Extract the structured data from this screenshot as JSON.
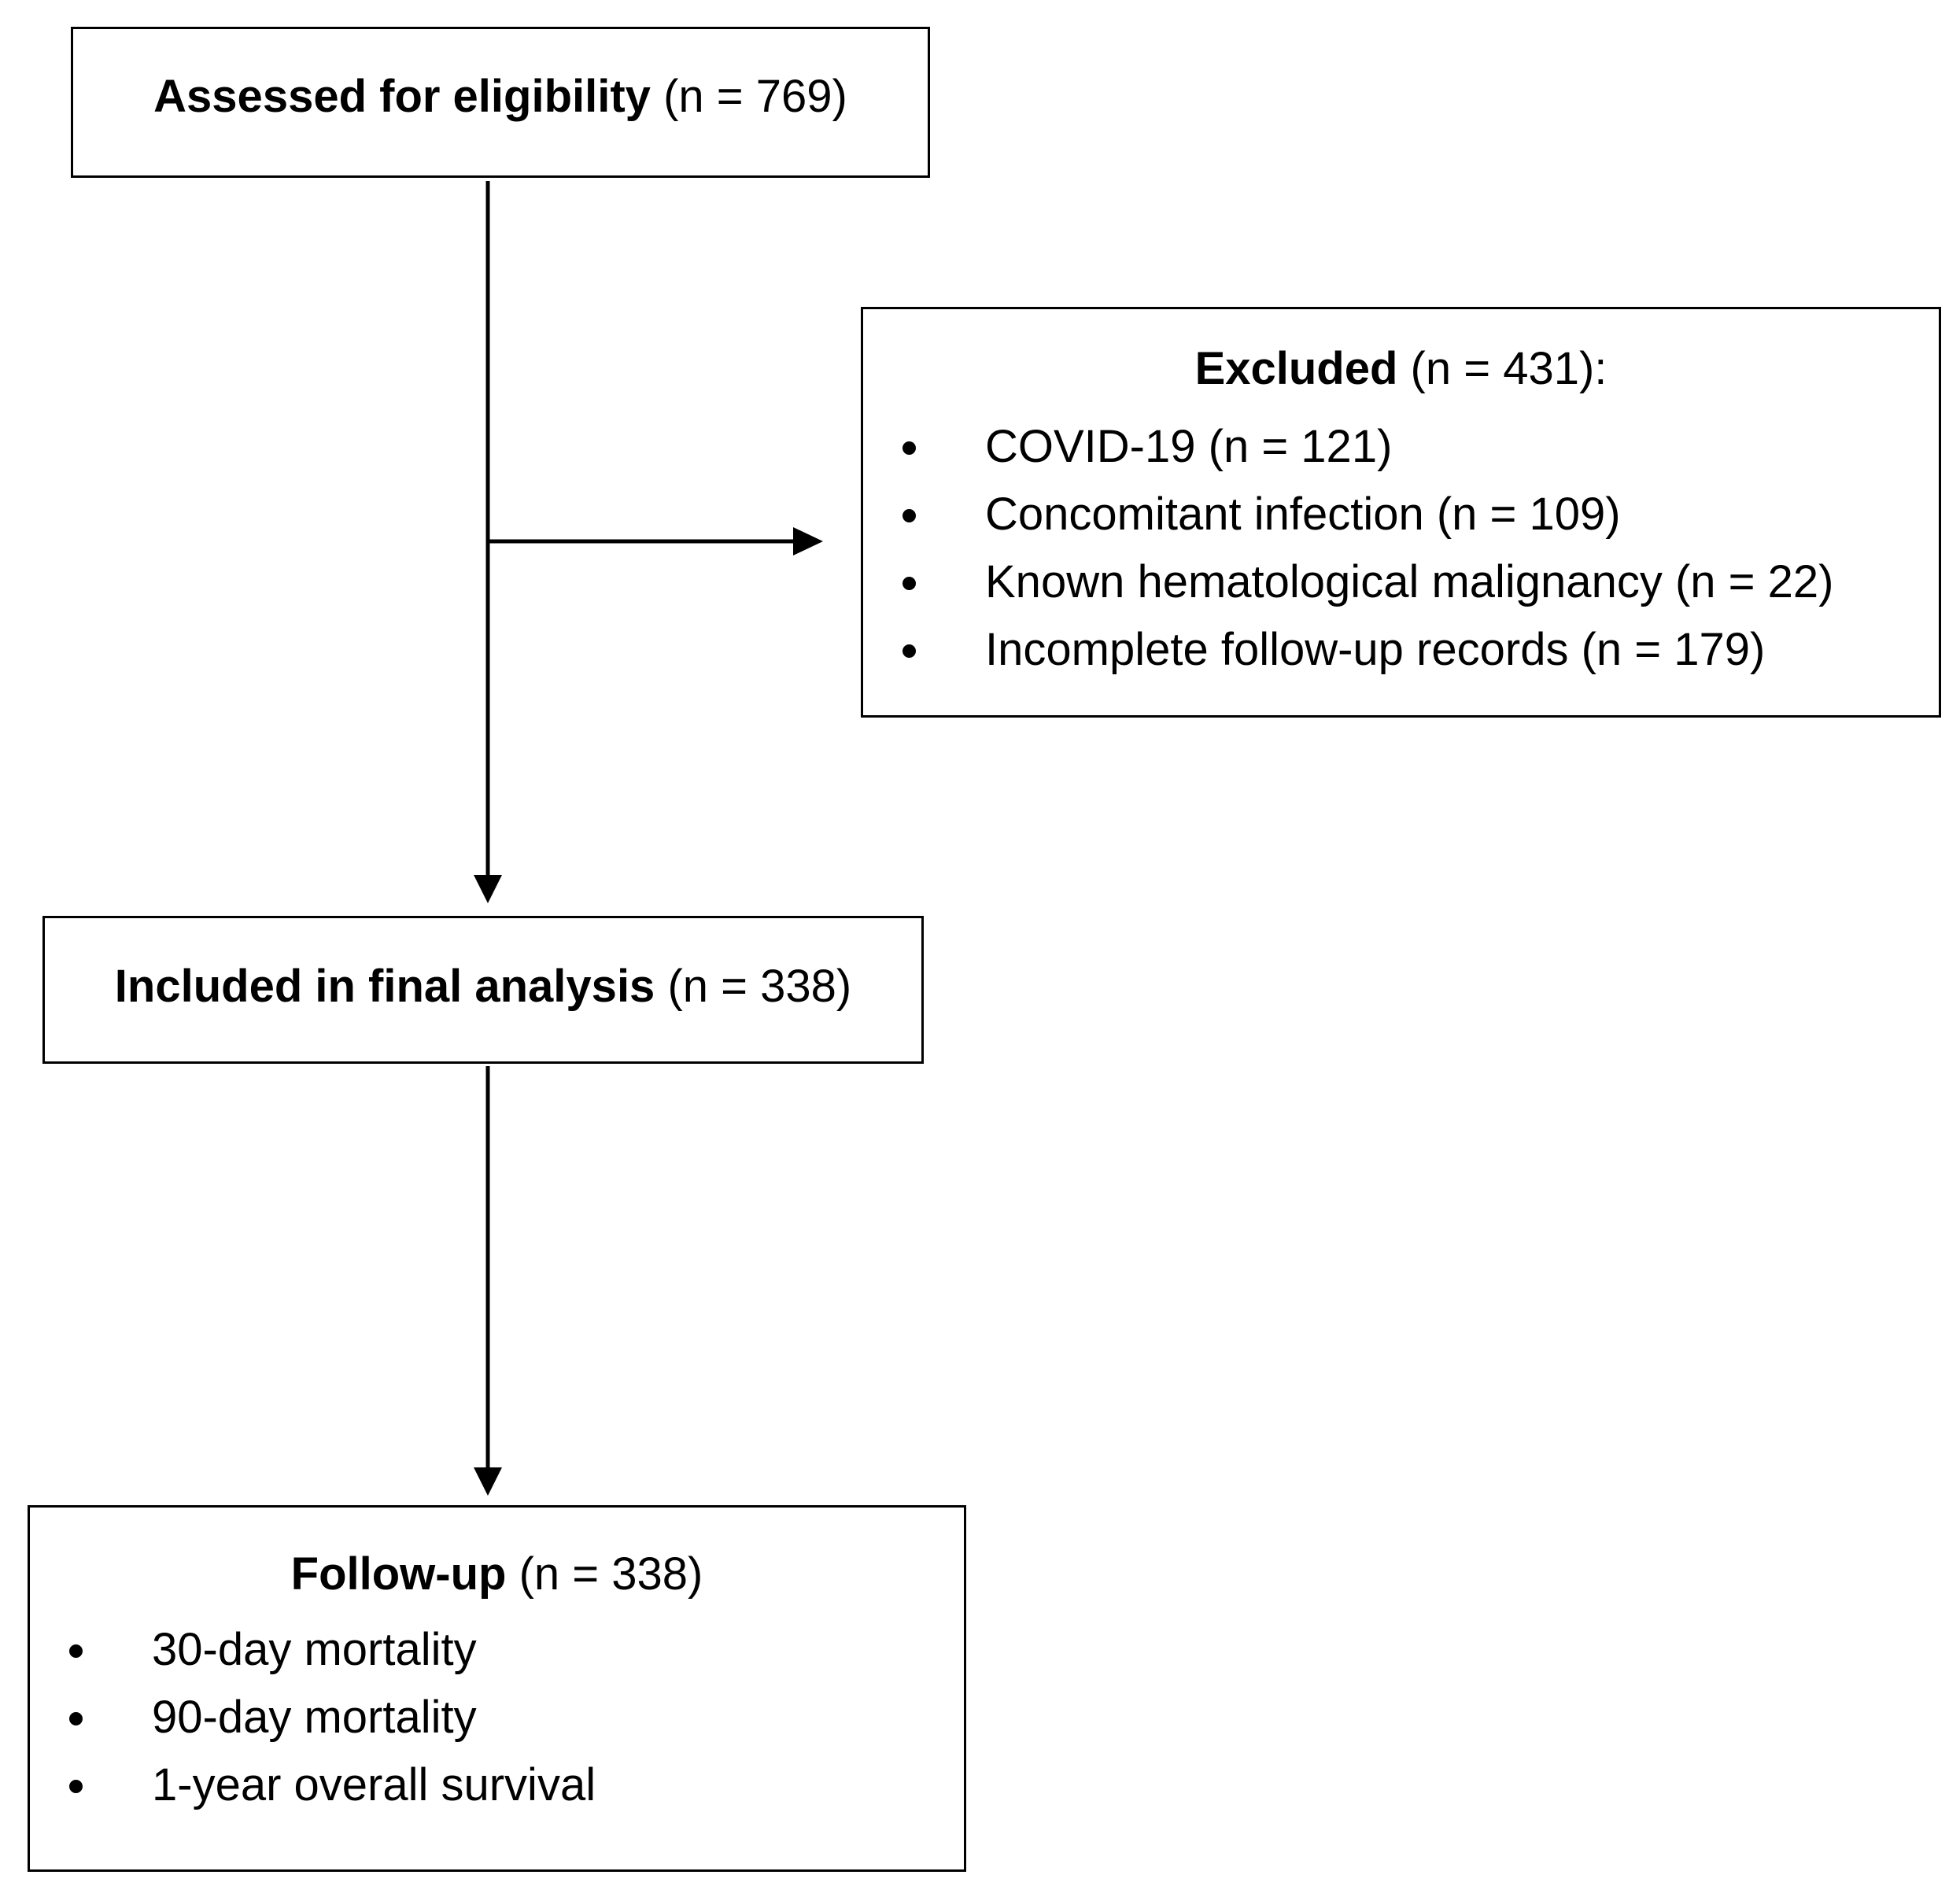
{
  "assessed": {
    "label_bold": "Assessed for eligibility",
    "label_count": "(n = 769)"
  },
  "excluded": {
    "label_bold": "Excluded",
    "label_count": "(n = 431):",
    "items": [
      "COVID-19 (n = 121)",
      "Concomitant infection (n = 109)",
      "Known hematological malignancy (n = 22)",
      "Incomplete follow-up records (n = 179)"
    ]
  },
  "included": {
    "label_bold": "Included in final analysis",
    "label_count": "(n = 338)"
  },
  "followup": {
    "label_bold": "Follow-up",
    "label_count": "(n = 338)",
    "items": [
      "30-day mortality",
      "90-day mortality",
      "1-year overall survival"
    ]
  }
}
